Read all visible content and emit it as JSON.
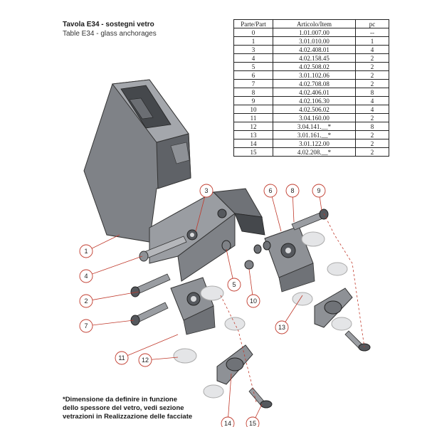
{
  "title": {
    "it": "Tavola E34 - sostegni vetro",
    "en": "Table E34 - glass anchorages"
  },
  "table": {
    "headers": [
      "Parte/Part",
      "Articolo/Item",
      "pc"
    ],
    "rows": [
      [
        "0",
        "1.01.007.00",
        "--"
      ],
      [
        "1",
        "3.01.010.00",
        "1"
      ],
      [
        "3",
        "4.02.408.01",
        "4"
      ],
      [
        "4",
        "4.02.158.45",
        "2"
      ],
      [
        "5",
        "4.02.508.02",
        "2"
      ],
      [
        "6",
        "3.01.102.06",
        "2"
      ],
      [
        "7",
        "4.02.708.08",
        "2"
      ],
      [
        "8",
        "4.02.406.01",
        "8"
      ],
      [
        "9",
        "4.02.106.30",
        "4"
      ],
      [
        "10",
        "4.02.506.02",
        "4"
      ],
      [
        "11",
        "3.04.160.00",
        "2"
      ],
      [
        "12",
        "3.04.141.__*",
        "8"
      ],
      [
        "13",
        "3.01.161.__*",
        "2"
      ],
      [
        "14",
        "3.01.122.00",
        "2"
      ],
      [
        "15",
        "4.02.208.__*",
        "2"
      ]
    ]
  },
  "callouts": [
    "1",
    "2",
    "3",
    "4",
    "5",
    "6",
    "7",
    "8",
    "9",
    "10",
    "11",
    "12",
    "13",
    "14",
    "15"
  ],
  "note": {
    "line1": "*Dimensione da definire in funzione",
    "line2": "dello spessore del vetro, vedi sezione",
    "line3": "vetrazioni in Realizzazione delle facciate"
  },
  "colors": {
    "leader": "#c0392b",
    "body": "#7f8287",
    "body_dark": "#55585d",
    "light": "#d9dadc"
  }
}
